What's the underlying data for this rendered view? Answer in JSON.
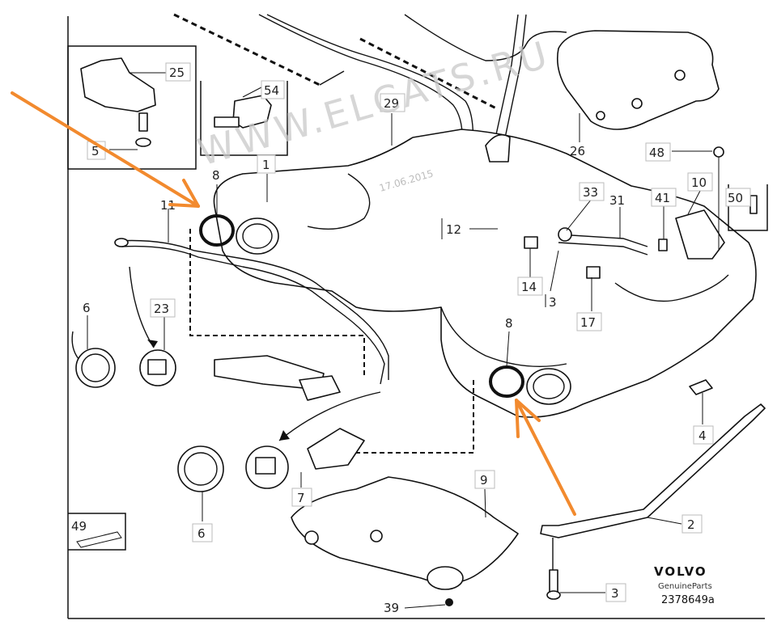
{
  "diagram": {
    "watermark": "WWW.ELCATS.RU",
    "date_stamp": "17.06.2015",
    "brand": "VOLVO",
    "brand_sub": "GenuineParts",
    "diagram_id": "2378649a",
    "annotation_color": "#f28a2e",
    "labels": {
      "l25": "25",
      "l54": "54",
      "l5": "5",
      "l29": "29",
      "l26": "26",
      "l48": "48",
      "l8a": "8",
      "l1": "1",
      "l11": "11",
      "l33": "33",
      "l31": "31",
      "l41": "41",
      "l10": "10",
      "l50": "50",
      "l12": "12",
      "l14": "14",
      "l3a": "3",
      "l17": "17",
      "l6a": "6",
      "l23": "23",
      "l8b": "8",
      "l4": "4",
      "l9": "9",
      "l49": "49",
      "l6b": "6",
      "l7": "7",
      "l2": "2",
      "l3b": "3",
      "l39": "39"
    }
  }
}
